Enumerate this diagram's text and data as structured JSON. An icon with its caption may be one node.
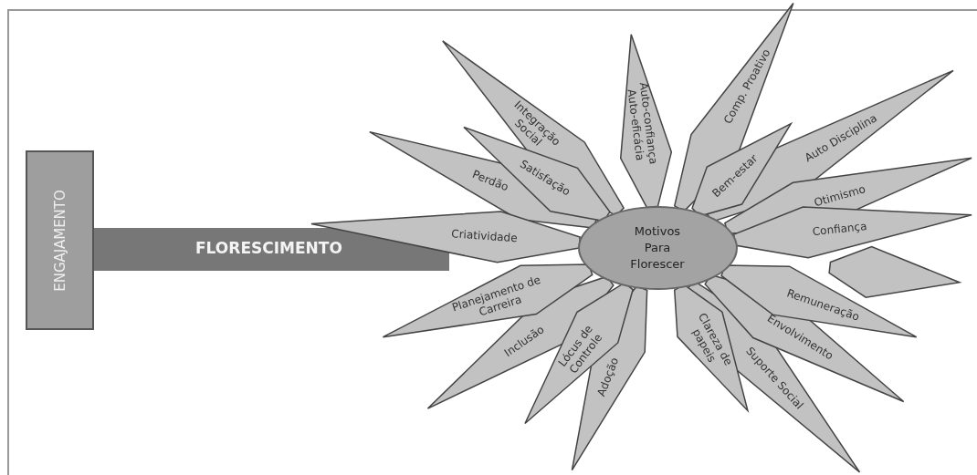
{
  "diagram": {
    "nodes": [
      {
        "text": [
          "ENGAJAMENTO"
        ]
      },
      {
        "text": [
          "FLORESCIMENTO"
        ]
      },
      {
        "text": [
          "Integração Social"
        ]
      },
      {
        "text": [
          "Auto-confiança Auto-eficácia"
        ]
      },
      {
        "text": [
          "Comp. Proativo"
        ]
      },
      {
        "text": [
          "Perdão"
        ]
      },
      {
        "text": [
          "Satisfação"
        ]
      },
      {
        "text": [
          "Bem-estar"
        ]
      },
      {
        "text": [
          "Auto Disciplina"
        ]
      },
      {
        "text": [
          "Otimismo"
        ]
      },
      {
        "text": [
          "Criatividade"
        ]
      },
      {
        "text": [
          "Confiança"
        ]
      },
      {
        "text": [
          "Motivos Para Florescer"
        ]
      },
      {
        "text": [
          "Planejamento de Carreira"
        ]
      },
      {
        "text": [],
        "shape": "diamond"
      },
      {
        "text": [
          "Remuneração"
        ]
      },
      {
        "text": [
          "Lócus de Controle"
        ]
      },
      {
        "text": [
          "Clareza de papeis"
        ]
      },
      {
        "text": [
          "Envolvimento"
        ]
      },
      {
        "text": [
          "Inclusão"
        ]
      },
      {
        "text": [
          "Adoção"
        ]
      },
      {
        "text": [
          "Suporte Social"
        ]
      }
    ]
  }
}
